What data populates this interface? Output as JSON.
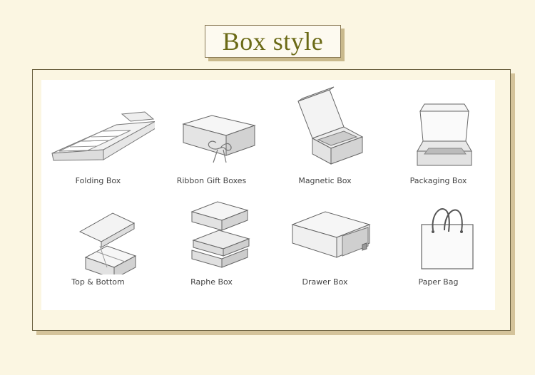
{
  "title": "Box style",
  "items": [
    {
      "label": "Folding Box",
      "icon": "folding-box-icon"
    },
    {
      "label": "Ribbon Gift Boxes",
      "icon": "ribbon-gift-box-icon"
    },
    {
      "label": "Magnetic Box",
      "icon": "magnetic-box-icon"
    },
    {
      "label": "Packaging Box",
      "icon": "packaging-box-icon"
    },
    {
      "label": "Top & Bottom",
      "icon": "top-bottom-box-icon"
    },
    {
      "label": "Raphe Box",
      "icon": "raphe-box-icon"
    },
    {
      "label": "Drawer Box",
      "icon": "drawer-box-icon"
    },
    {
      "label": "Paper Bag",
      "icon": "paper-bag-icon"
    }
  ]
}
